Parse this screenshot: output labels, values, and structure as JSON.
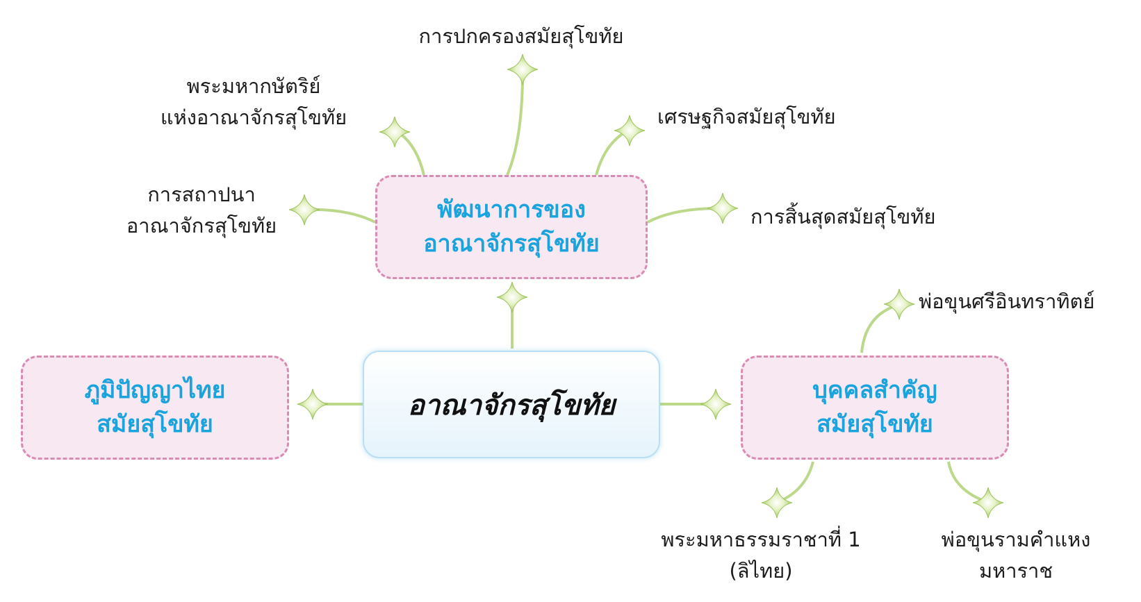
{
  "colors": {
    "branch_box_fill": "#f8e8f2",
    "branch_box_border": "#d98bb4",
    "branch_text": "#1aa3dc",
    "connector": "#bcd88a",
    "center_box_fill": "#e5f3fb"
  },
  "center": {
    "title": "อาณาจักรสุโขทัย"
  },
  "branches": {
    "development": {
      "line1": "พัฒนาการของ",
      "line2": "อาณาจักรสุโขทัย",
      "children": {
        "founding": {
          "line1": "การสถาปนา",
          "line2": "อาณาจักรสุโขทัย"
        },
        "kings": {
          "line1": "พระมหากษัตริย์",
          "line2": "แห่งอาณาจักรสุโขทัย"
        },
        "governance": {
          "line1": "การปกครองสมัยสุโขทัย"
        },
        "economy": {
          "line1": "เศรษฐกิจสมัยสุโขทัย"
        },
        "end": {
          "line1": "การสิ้นสุดสมัยสุโขทัย"
        }
      }
    },
    "wisdom": {
      "line1": "ภูมิปัญญาไทย",
      "line2": "สมัยสุโขทัย"
    },
    "people": {
      "line1": "บุคคลสำคัญ",
      "line2": "สมัยสุโขทัย",
      "children": {
        "sri_inthrathit": {
          "line1": "พ่อขุนศรีอินทราทิตย์"
        },
        "lithai": {
          "line1": "พระมหาธรรมราชาที่ 1",
          "line2": "(ลิไทย)"
        },
        "ramkhamhaeng": {
          "line1": "พ่อขุนรามคำแหง",
          "line2": "มหาราช"
        }
      }
    }
  }
}
